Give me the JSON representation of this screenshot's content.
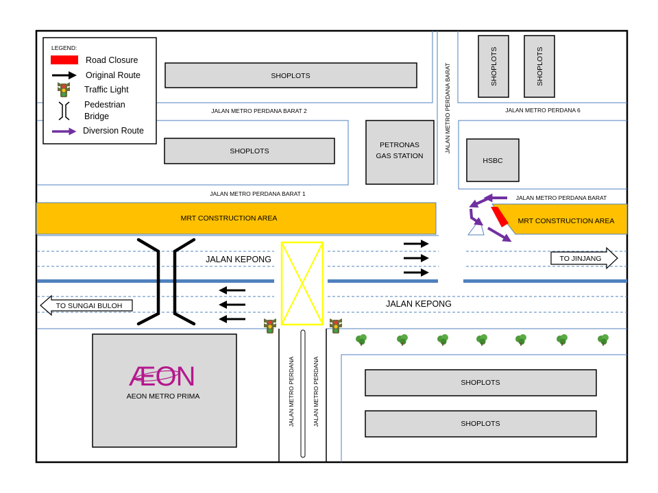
{
  "legend": {
    "title": "LEGEND:",
    "road_closure": "Road Closure",
    "original_route": "Original Route",
    "traffic_light": "Traffic Light",
    "pedestrian_bridge_line1": "Pedestrian",
    "pedestrian_bridge_line2": "Bridge",
    "diversion_route": "Diversion Route"
  },
  "buildings": {
    "shoplots_top": "SHOPLOTS",
    "shoplots_mid": "SHOPLOTS",
    "petronas_line1": "PETRONAS",
    "petronas_line2": "GAS STATION",
    "shoplots_vert_1": "SHOPLOTS",
    "shoplots_vert_2": "SHOPLOTS",
    "hsbc": "HSBC",
    "aeon_logo": "ÆON",
    "aeon_name": "AEON METRO PRIMA",
    "shoplots_bottom_1": "SHOPLOTS",
    "shoplots_bottom_2": "SHOPLOTS"
  },
  "roads": {
    "perdana_barat_2": "JALAN METRO PERDANA BARAT 2",
    "perdana_barat_1": "JALAN METRO PERDANA BARAT 1",
    "perdana_6": "JALAN METRO PERDANA 6",
    "perdana_barat_vertical": "JALAN METRO PERDANA BARAT",
    "perdana_barat_east": "JALAN METRO PERDANA BARAT",
    "kepong_north": "JALAN KEPONG",
    "kepong_south": "JALAN KEPONG",
    "perdana_vertical_1": "JALAN METRO PERDANA",
    "perdana_vertical_2": "JALAN METRO PERDANA"
  },
  "areas": {
    "mrt_west": "MRT CONSTRUCTION  AREA",
    "mrt_east": "MRT CONSTRUCTION  AREA"
  },
  "directions": {
    "to_jinjang": "TO JINJANG",
    "to_sungai_buloh": "TO SUNGAI BULOH"
  },
  "colors": {
    "road_closure": "#ff0000",
    "diversion": "#7030a0",
    "mrt_area": "#ffc000",
    "road_edge": "#4f81bd",
    "median": "#4f81bd",
    "building_fill": "#d9d9d9",
    "aeon_magenta": "#b5178d",
    "junction_box": "#ffff00",
    "tree": "#4f9a3b"
  }
}
